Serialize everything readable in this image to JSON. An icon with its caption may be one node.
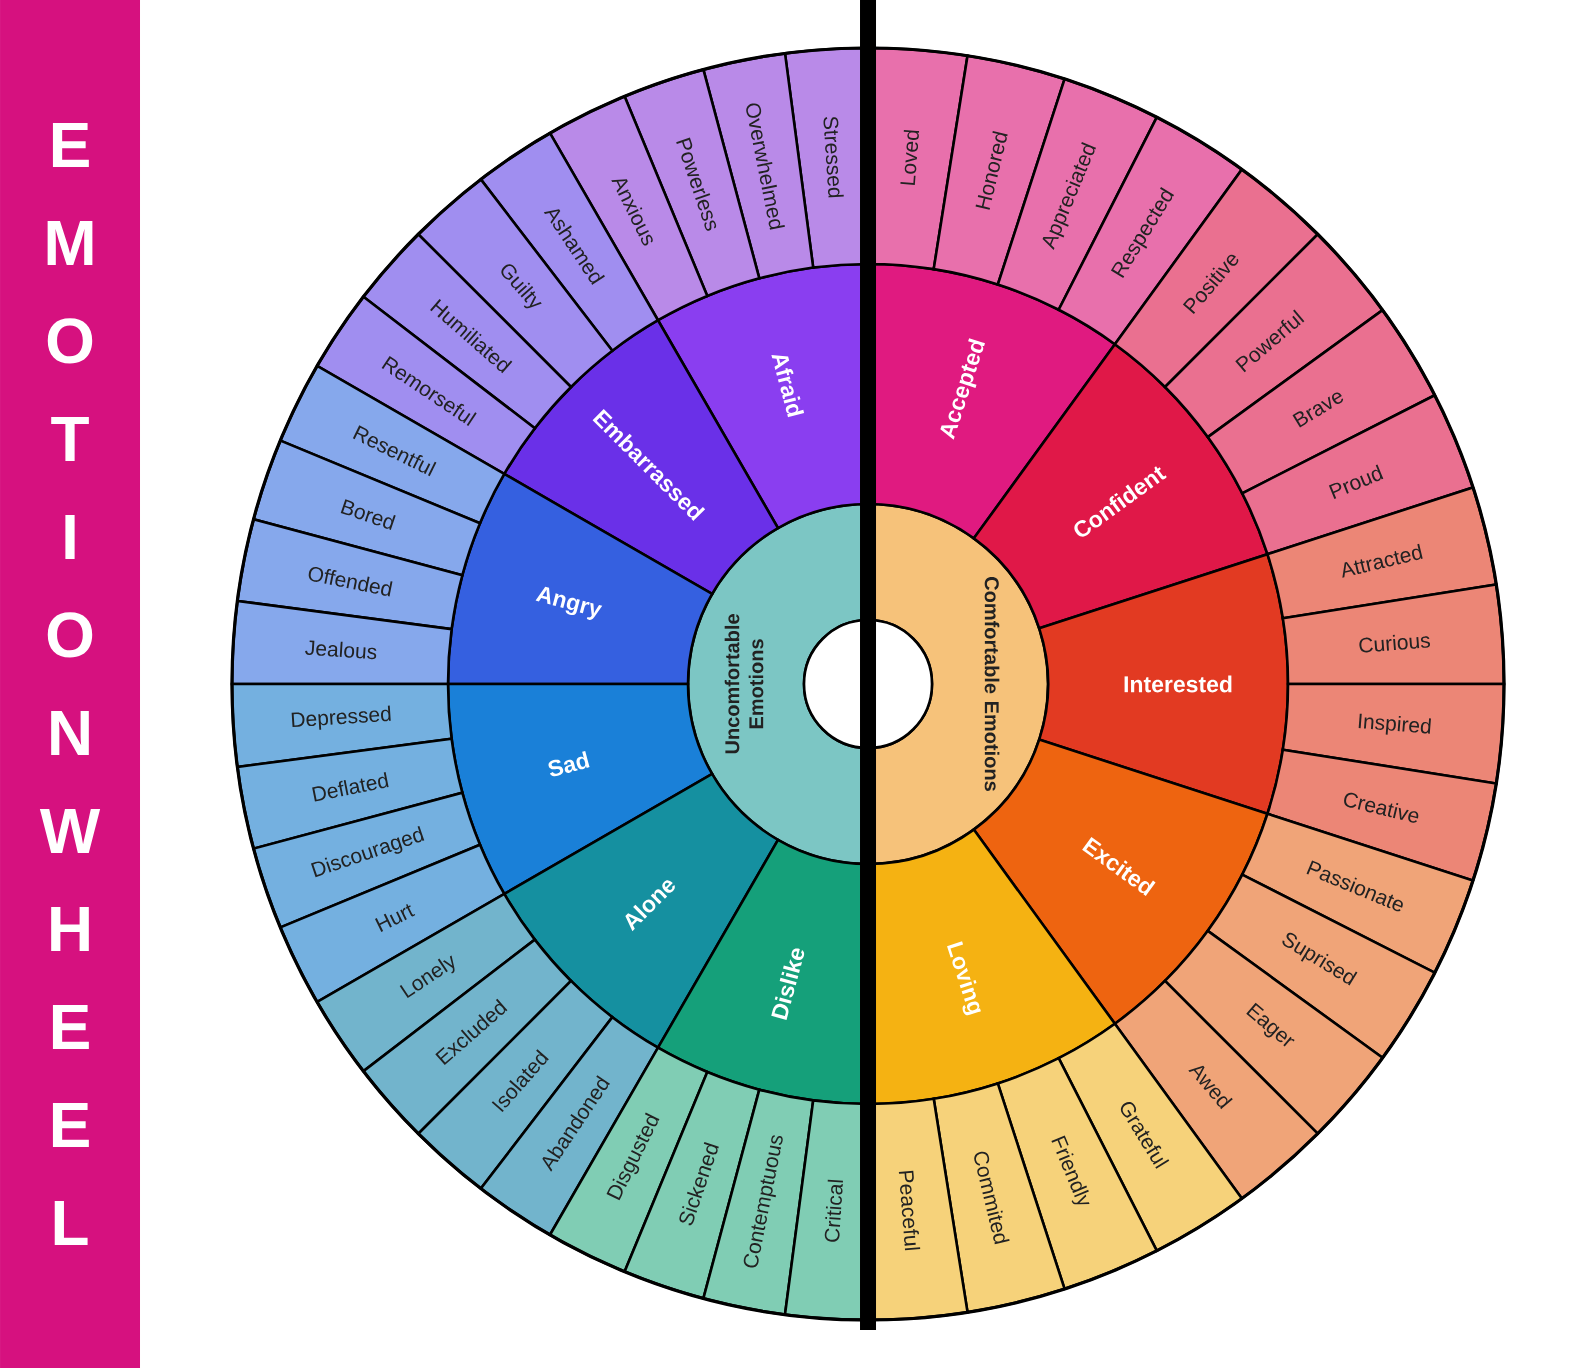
{
  "diagram": {
    "title": "EMOTION WHEEL",
    "nodes": [
      {
        "text": [
          "Uncomfortable Emotions"
        ]
      },
      {
        "text": [
          "Comfortable Emotions"
        ]
      },
      {
        "text": [
          "Afraid"
        ]
      },
      {
        "text": [
          "Embarrassed"
        ]
      },
      {
        "text": [
          "Angry"
        ]
      },
      {
        "text": [
          "Sad"
        ]
      },
      {
        "text": [
          "Alone"
        ]
      },
      {
        "text": [
          "Dislike"
        ]
      },
      {
        "text": [
          "Accepted"
        ]
      },
      {
        "text": [
          "Confident"
        ]
      },
      {
        "text": [
          "Interested"
        ]
      },
      {
        "text": [
          "Excited"
        ]
      },
      {
        "text": [
          "Loving"
        ]
      },
      {
        "text": [
          "Stressed"
        ]
      },
      {
        "text": [
          "Overwhelmed"
        ]
      },
      {
        "text": [
          "Powerless"
        ]
      },
      {
        "text": [
          "Anxious"
        ]
      },
      {
        "text": [
          "Ashamed"
        ]
      },
      {
        "text": [
          "Guilty"
        ]
      },
      {
        "text": [
          "Humiliated"
        ]
      },
      {
        "text": [
          "Remorseful"
        ]
      },
      {
        "text": [
          "Resentful"
        ]
      },
      {
        "text": [
          "Bored"
        ]
      },
      {
        "text": [
          "Offended"
        ]
      },
      {
        "text": [
          "Jealous"
        ]
      },
      {
        "text": [
          "Depressed"
        ]
      },
      {
        "text": [
          "Deflated"
        ]
      },
      {
        "text": [
          "Discouraged"
        ]
      },
      {
        "text": [
          "Hurt"
        ]
      },
      {
        "text": [
          "Lonely"
        ]
      },
      {
        "text": [
          "Excluded"
        ]
      },
      {
        "text": [
          "Isolated"
        ]
      },
      {
        "text": [
          "Abandoned"
        ]
      },
      {
        "text": [
          "Disgusted"
        ]
      },
      {
        "text": [
          "Sickened"
        ]
      },
      {
        "text": [
          "Contemptuous"
        ]
      },
      {
        "text": [
          "Critical"
        ]
      },
      {
        "text": [
          "Loved"
        ]
      },
      {
        "text": [
          "Honored"
        ]
      },
      {
        "text": [
          "Appreciated"
        ]
      },
      {
        "text": [
          "Respected"
        ]
      },
      {
        "text": [
          "Positive"
        ]
      },
      {
        "text": [
          "Powerful"
        ]
      },
      {
        "text": [
          "Brave"
        ]
      },
      {
        "text": [
          "Proud"
        ]
      },
      {
        "text": [
          "Attracted"
        ]
      },
      {
        "text": [
          "Curious"
        ]
      },
      {
        "text": [
          "Inspired"
        ]
      },
      {
        "text": [
          "Creative"
        ]
      },
      {
        "text": [
          "Passionate"
        ]
      },
      {
        "text": [
          "Suprised"
        ]
      },
      {
        "text": [
          "Eager"
        ]
      },
      {
        "text": [
          "Awed"
        ]
      },
      {
        "text": [
          "Grateful"
        ]
      },
      {
        "text": [
          "Friendly"
        ]
      },
      {
        "text": [
          "Commited"
        ]
      },
      {
        "text": [
          "Peaceful"
        ]
      }
    ]
  }
}
